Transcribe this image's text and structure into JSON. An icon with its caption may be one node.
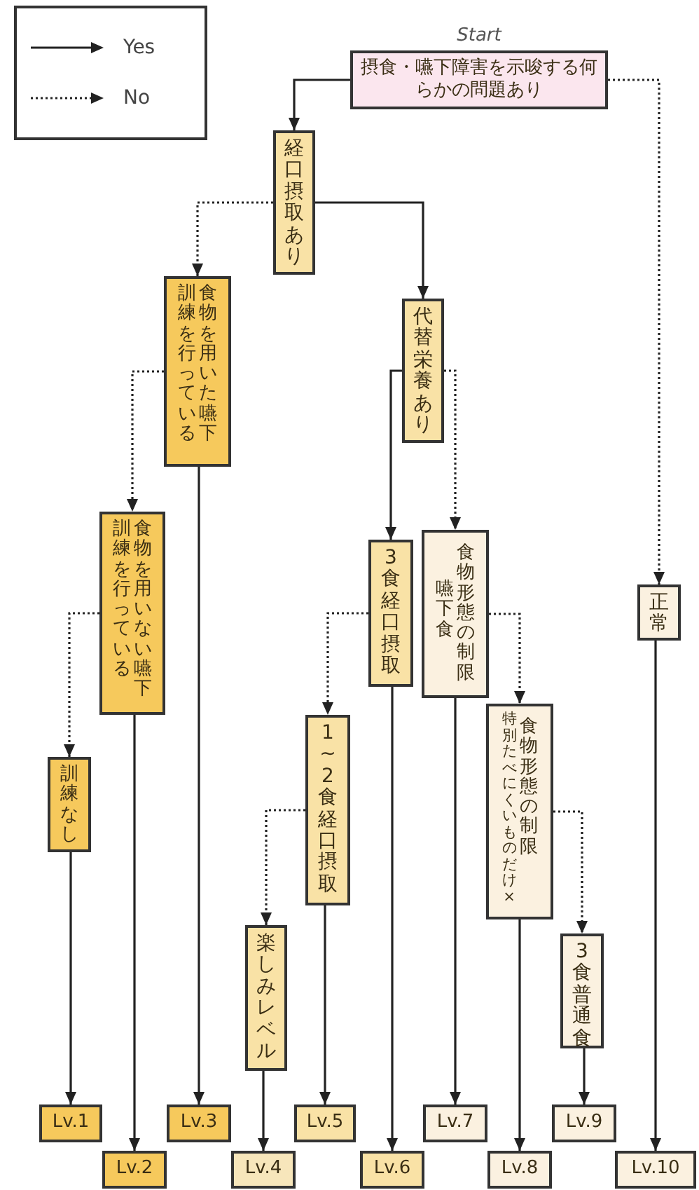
{
  "diagram": {
    "nodes": [
      {
        "text": [
          "Start",
          "摂食・嚥下障害を示唆する何らかの問題あり"
        ]
      },
      {
        "text": [
          "経口摂取あり"
        ]
      },
      {
        "text": [
          "食物を用いた嚥下訓練を行っている"
        ]
      },
      {
        "text": [
          "代替栄養あり"
        ]
      },
      {
        "text": [
          "食物を用いない嚥下訓練を行っている"
        ]
      },
      {
        "text": [
          "嚥下食",
          "食物形態の制限"
        ]
      },
      {
        "text": [
          "3食経口摂取"
        ]
      },
      {
        "text": [
          "正常"
        ]
      },
      {
        "text": [
          "1~2食経口摂取"
        ]
      },
      {
        "text": [
          "特別たべにくいものだけ×",
          "食物形態の制限"
        ]
      },
      {
        "text": [
          "訓練なし"
        ]
      },
      {
        "text": [
          "楽しみレベル"
        ]
      },
      {
        "text": [
          "3食普通食"
        ]
      },
      {
        "text": [
          "Lv.1"
        ]
      },
      {
        "text": [
          "Lv.2"
        ]
      },
      {
        "text": [
          "Lv.3"
        ]
      },
      {
        "text": [
          "Lv.4"
        ]
      },
      {
        "text": [
          "Lv.5"
        ]
      },
      {
        "text": [
          "Lv.6"
        ]
      },
      {
        "text": [
          "Lv.7"
        ]
      },
      {
        "text": [
          "Lv.8"
        ]
      },
      {
        "text": [
          "Lv.9"
        ]
      },
      {
        "text": [
          "Lv.10"
        ]
      }
    ],
    "edges": [
      {
        "from": 0,
        "to": 1,
        "arrow": "to"
      },
      {
        "from": 0,
        "to": 7,
        "arrow": "to",
        "style": "dashed"
      },
      {
        "from": 1,
        "to": 2,
        "arrow": "to",
        "style": "dashed"
      },
      {
        "from": 1,
        "to": 3,
        "arrow": "to"
      },
      {
        "from": 2,
        "to": 4,
        "arrow": "to",
        "style": "dashed"
      },
      {
        "from": 2,
        "to": 15,
        "arrow": "to"
      },
      {
        "from": 3,
        "to": 6,
        "arrow": "to"
      },
      {
        "from": 3,
        "to": 5,
        "arrow": "to",
        "style": "dashed"
      },
      {
        "from": 4,
        "to": 10,
        "arrow": "to",
        "style": "dashed"
      },
      {
        "from": 4,
        "to": 14,
        "arrow": "to"
      },
      {
        "from": 6,
        "to": 8,
        "arrow": "to",
        "style": "dashed"
      },
      {
        "from": 6,
        "to": 18,
        "arrow": "to"
      },
      {
        "from": 5,
        "to": 9,
        "arrow": "to",
        "style": "dashed"
      },
      {
        "from": 5,
        "to": 19,
        "arrow": "to"
      },
      {
        "from": 7,
        "to": 22,
        "arrow": "to"
      },
      {
        "from": 10,
        "to": 13,
        "arrow": "to"
      },
      {
        "from": 8,
        "to": 11,
        "arrow": "to",
        "style": "dashed"
      },
      {
        "from": 8,
        "to": 17,
        "arrow": "to"
      },
      {
        "from": 9,
        "to": 12,
        "arrow": "to",
        "style": "dashed"
      },
      {
        "from": 9,
        "to": 20,
        "arrow": "to"
      },
      {
        "from": 11,
        "to": 16,
        "arrow": "to"
      },
      {
        "from": 12,
        "to": 21,
        "arrow": "to"
      }
    ],
    "legend": [
      {
        "text": "Yes"
      },
      {
        "text": "No"
      }
    ]
  }
}
